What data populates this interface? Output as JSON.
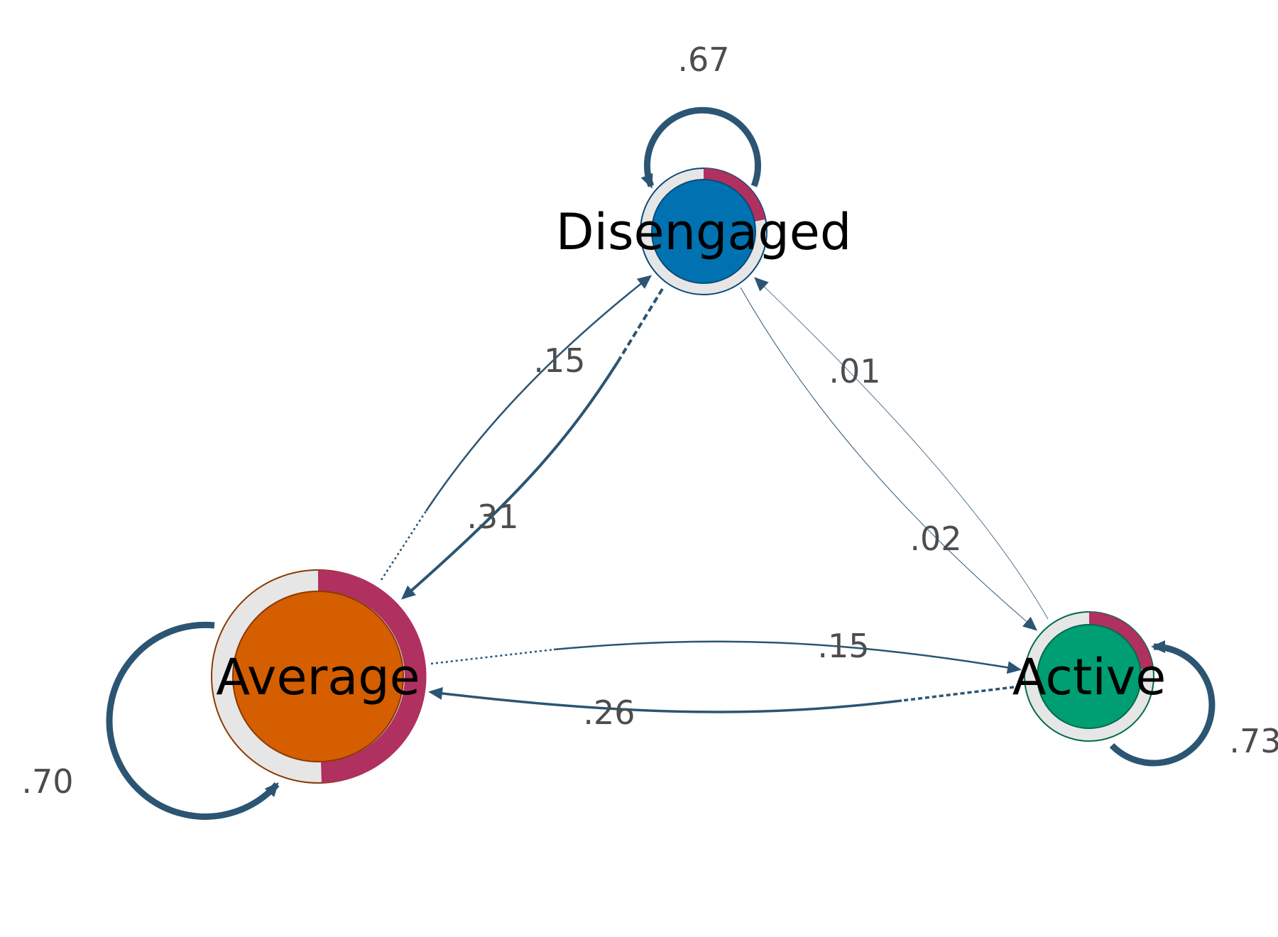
{
  "colors": {
    "edge": "#2b5573",
    "ring_background": "#e6e6e6",
    "ring_highlight": "#b03060"
  },
  "nodes": {
    "disengaged": {
      "label": "Disengaged",
      "fill": "#0072b2",
      "stroke": "#0a4a7a"
    },
    "average": {
      "label": "Average",
      "fill": "#d55e00",
      "stroke": "#8a3a00"
    },
    "active": {
      "label": "Active",
      "fill": "#009e73",
      "stroke": "#006b4d"
    }
  },
  "edges": {
    "disengaged_self": {
      "label": ".67"
    },
    "average_self": {
      "label": ".70"
    },
    "active_self": {
      "label": ".73"
    },
    "average_to_disengaged": {
      "label": ".15"
    },
    "disengaged_to_average": {
      "label": ".31"
    },
    "active_to_disengaged": {
      "label": ".01"
    },
    "disengaged_to_active": {
      "label": ".02"
    },
    "average_to_active": {
      "label": ".15"
    },
    "active_to_average": {
      "label": ".26"
    }
  }
}
